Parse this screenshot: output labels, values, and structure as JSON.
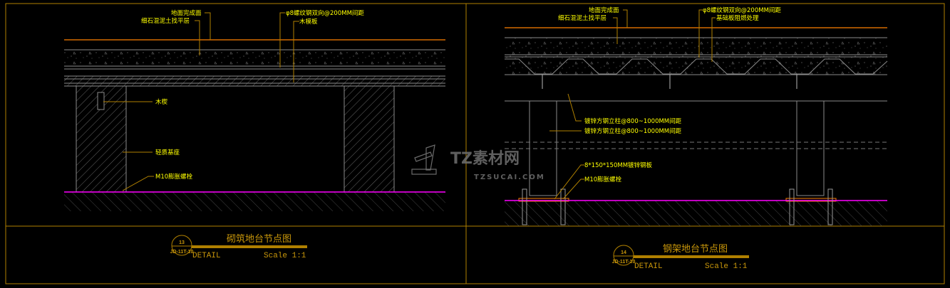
{
  "left_detail": {
    "labels": {
      "finish_surface": "地面完成面",
      "screed": "细石混泥土找平层",
      "rebar": "φ8螺纹钢双向@200MM间距",
      "formwork": "木模板",
      "wood_wedge": "木楔",
      "light_base": "轻质基座",
      "anchor_bolt": "M10膨胀螺栓"
    },
    "title": "砌筑地台节点图",
    "bubble_number": "13",
    "bubble_ref": "JD-11T-10",
    "detail_label": "DETAIL",
    "scale": "Scale 1:1"
  },
  "right_detail": {
    "labels": {
      "finish_surface": "地面完成面",
      "screed": "细石混泥土找平层",
      "rebar": "φ8螺纹钢双向@200MM间距",
      "base_board": "基础板阻燃处理",
      "column_1": "镀锌方钢立柱@800~1000MM间距",
      "column_2": "镀锌方钢立柱@800~1000MM间距",
      "steel_plate": "8*150*150MM镀锌钢板",
      "anchor_bolt": "M10膨胀螺栓"
    },
    "title": "钢架地台节点图",
    "bubble_number": "14",
    "bubble_ref": "JD-11T-10",
    "detail_label": "DETAIL",
    "scale": "Scale 1:1"
  },
  "watermark": {
    "brand": "TZ素材网",
    "url": "TZSUCAI.COM"
  },
  "colors": {
    "frame": "#b08000",
    "label": "#ffff00",
    "finish_line": "#ff7f00",
    "ground_line": "#ff00ff",
    "lines": "#8a8a8a"
  }
}
